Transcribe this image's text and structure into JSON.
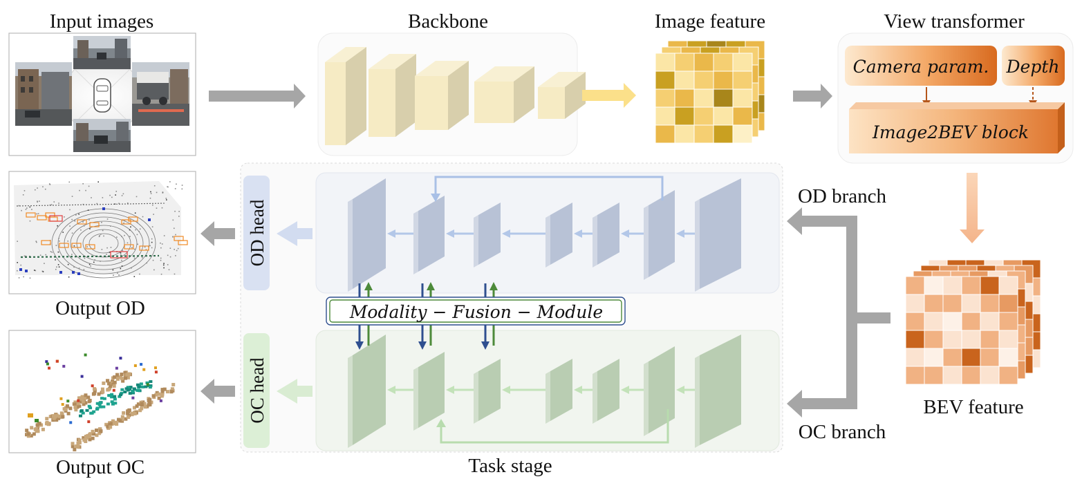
{
  "labels": {
    "input_images": "Input images",
    "backbone": "Backbone",
    "image_feature": "Image feature",
    "view_transformer": "View transformer",
    "camera_param": "Camera param.",
    "depth": "Depth",
    "image2bev": "Image2BEV block",
    "od_branch": "OD branch",
    "oc_branch": "OC branch",
    "bev_feature": "BEV feature",
    "od_head": "OD head",
    "oc_head": "OC head",
    "fusion_module": "Modality − Fusion − Module",
    "task_stage": "Task stage",
    "output_od": "Output OD",
    "output_oc": "Output OC"
  },
  "colors": {
    "arrow_gray": "#a6a6a6",
    "backbone_layer": "#f6ebc4",
    "image_feature": "#f5cf72",
    "view_transformer": "#e07b34",
    "bev_feature": "#f1b283",
    "od_layer": "#b8c2d6",
    "oc_layer": "#b9cdb2",
    "down_arrow": "#2f4f8f",
    "up_arrow": "#4d8a3a"
  }
}
